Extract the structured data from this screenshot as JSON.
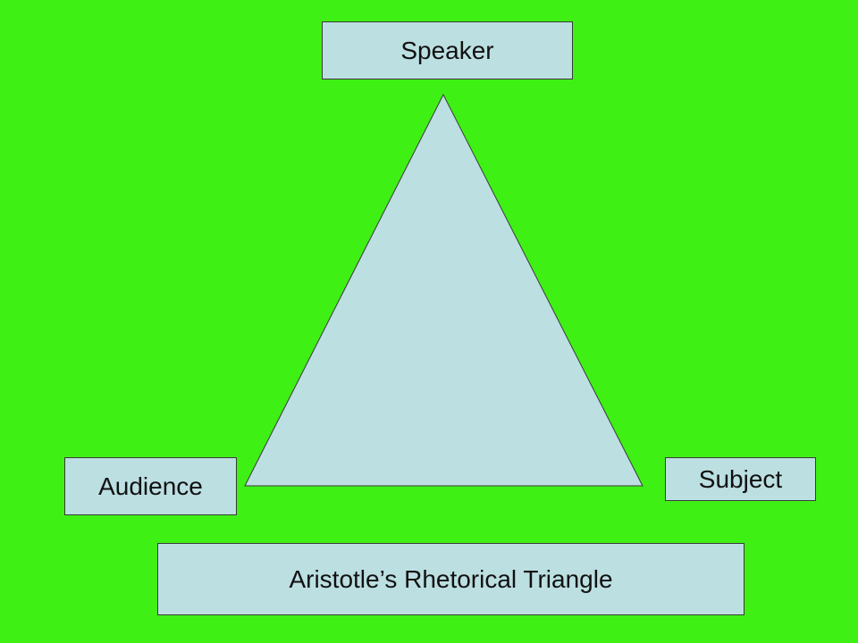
{
  "diagram": {
    "background_color": "#3ff015",
    "shape_fill_color": "#bcdfe2",
    "nodes": {
      "speaker": "Speaker",
      "audience": "Audience",
      "subject": "Subject"
    },
    "caption": "Aristotle’s Rhetorical Triangle"
  }
}
